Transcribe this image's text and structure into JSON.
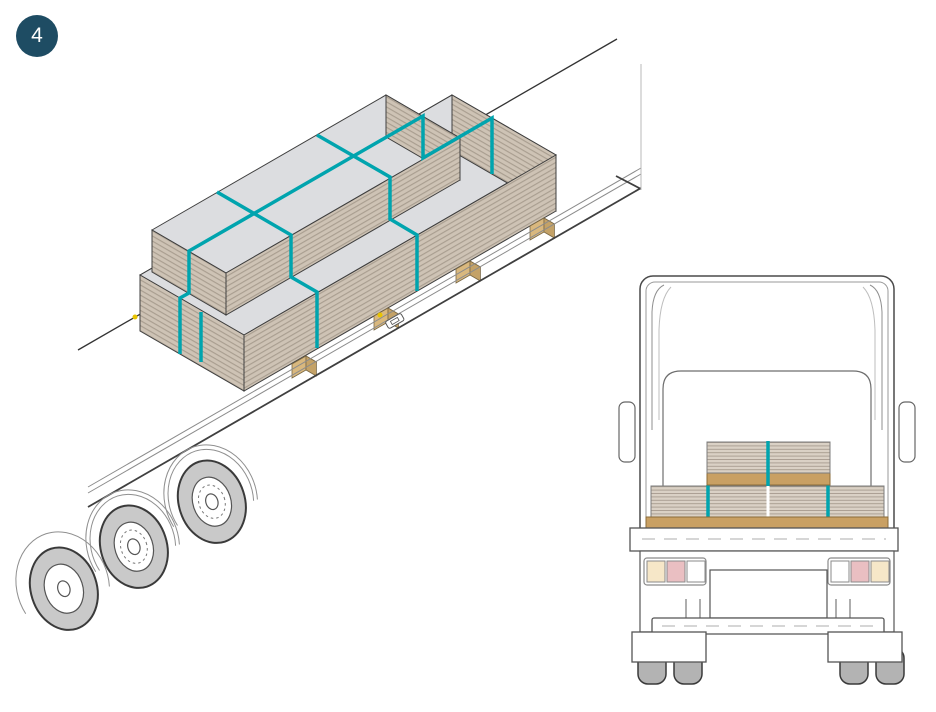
{
  "step_badge": {
    "label": "4"
  },
  "colors": {
    "background": "#FFFFFF",
    "badge_bg": "#1E4C63",
    "badge_fg": "#FFFFFF",
    "board_top": "#DCDDE0",
    "board_side": "#CEC3B5",
    "board_stripe": "#A79C8E",
    "strap": "#00A4AE",
    "wood_block_front": "#D9B87E",
    "wood_block_top": "#E8CD99",
    "wood_block_side": "#C4A267",
    "wood_outline": "#7A6845",
    "bearer": "#C9A063",
    "bearer_outline": "#8A6B3A",
    "outline_dark": "#3F3F3F",
    "outline_mid": "#8C8C8C",
    "tire_fill": "#C9C9C9",
    "wheel_gray": "#B3B3B3",
    "light_cream": "#F6E7C8",
    "light_red": "#EABFC2",
    "light_white": "#FFFFFF",
    "marker_yellow": "#E8C400"
  },
  "load": {
    "tiers": 2,
    "straps_longitudinal": 1,
    "straps_transverse": 2,
    "pallet_blocks_visible": 4
  },
  "tail_lights": {
    "left": [
      "cream",
      "red",
      "white"
    ],
    "right": [
      "white",
      "red",
      "cream"
    ]
  }
}
